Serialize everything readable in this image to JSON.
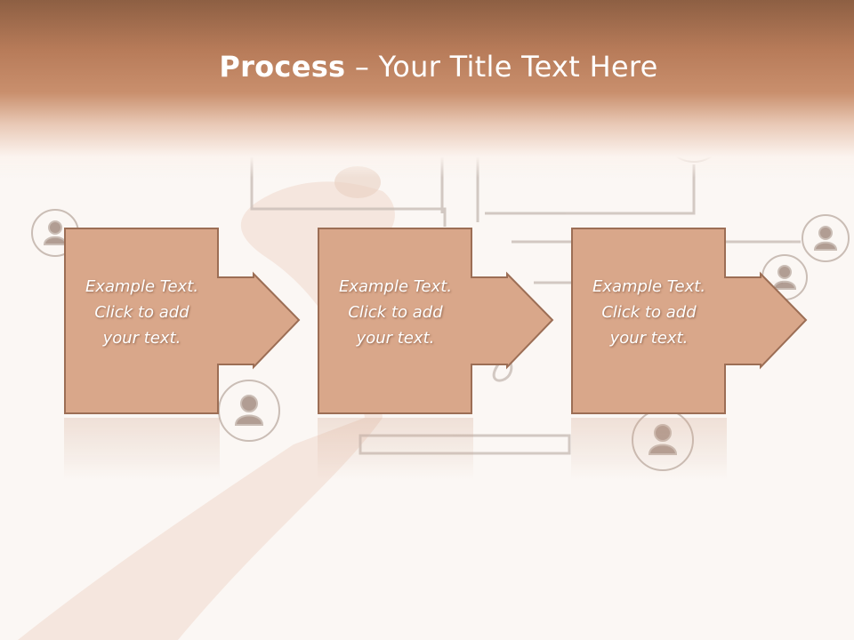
{
  "slide": {
    "title_bold": "Process",
    "title_rest": " – Your Title Text Here"
  },
  "steps": [
    {
      "text": "Example Text.\nClick  to add\nyour text."
    },
    {
      "text": "Example Text.\nClick  to add\nyour text."
    },
    {
      "text": "Example Text.\nClick  to add\nyour text."
    }
  ],
  "colors": {
    "header_dark": "#8d5f43",
    "header_light": "#c98f6d",
    "box_fill": "#d9a78a",
    "box_border": "#9c6e55",
    "background": "#fbf7f4"
  },
  "icons": [
    "person-icon",
    "arrow-right-icon"
  ]
}
